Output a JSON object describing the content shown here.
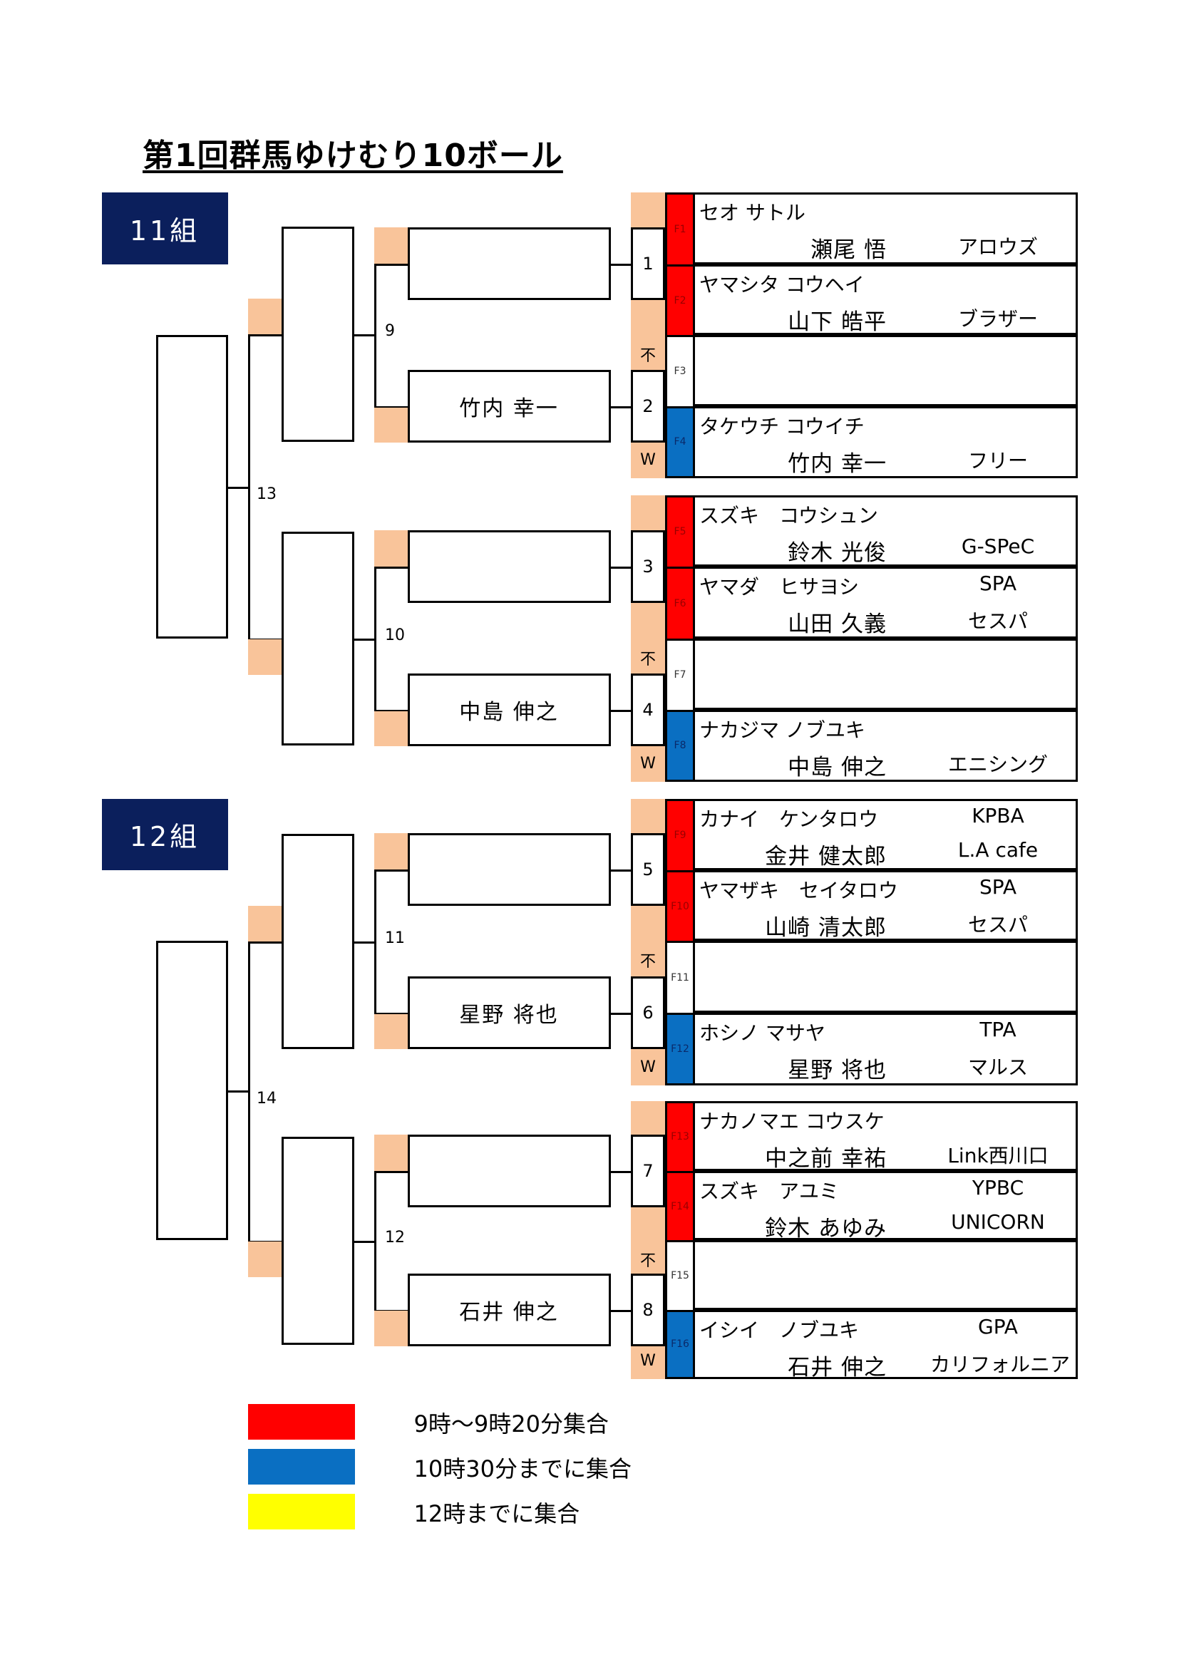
{
  "title": "第1回群馬ゆけむり10ボール",
  "colors": {
    "group_badge": "#0b1f5c",
    "peach": "#f9c49a",
    "red": "#ff0000",
    "blue": "#0a6fc2",
    "yellow": "#ffff00"
  },
  "groups": [
    {
      "label": "11組",
      "final_match": "13",
      "semis": [
        {
          "match": "9",
          "qf": [
            "",
            "竹内 幸一"
          ]
        },
        {
          "match": "10",
          "qf": [
            "",
            "中島 伸之"
          ]
        }
      ],
      "matches": [
        {
          "number": "1",
          "top_mark": "",
          "bottom_mark": "不"
        },
        {
          "number": "2",
          "top_mark": "",
          "bottom_mark": "W"
        },
        {
          "number": "3",
          "top_mark": "",
          "bottom_mark": "不"
        },
        {
          "number": "4",
          "top_mark": "",
          "bottom_mark": "W"
        }
      ],
      "players": [
        {
          "slot": "F1",
          "color": "red",
          "kana": "セオ サトル",
          "name": "瀬尾 悟",
          "club1": "",
          "club2": "アロウズ"
        },
        {
          "slot": "F2",
          "color": "red",
          "kana": "ヤマシタ コウヘイ",
          "name": "山下 皓平",
          "club1": "",
          "club2": "ブラザー"
        },
        {
          "slot": "F3",
          "color": "white",
          "kana": "",
          "name": "",
          "club1": "",
          "club2": ""
        },
        {
          "slot": "F4",
          "color": "blue",
          "kana": "タケウチ コウイチ",
          "name": "竹内 幸一",
          "club1": "",
          "club2": "フリー"
        },
        {
          "slot": "F5",
          "color": "red",
          "kana": "スズキ　コウシュン",
          "name": "鈴木 光俊",
          "club1": "",
          "club2": "G-SPeC"
        },
        {
          "slot": "F6",
          "color": "red",
          "kana": "ヤマダ　ヒサヨシ",
          "name": "山田 久義",
          "club1": "SPA",
          "club2": "セスパ"
        },
        {
          "slot": "F7",
          "color": "white",
          "kana": "",
          "name": "",
          "club1": "",
          "club2": ""
        },
        {
          "slot": "F8",
          "color": "blue",
          "kana": "ナカジマ ノブユキ",
          "name": "中島 伸之",
          "club1": "",
          "club2": "エニシング"
        }
      ]
    },
    {
      "label": "12組",
      "final_match": "14",
      "semis": [
        {
          "match": "11",
          "qf": [
            "",
            "星野 将也"
          ]
        },
        {
          "match": "12",
          "qf": [
            "",
            "石井 伸之"
          ]
        }
      ],
      "matches": [
        {
          "number": "5",
          "top_mark": "",
          "bottom_mark": "不"
        },
        {
          "number": "6",
          "top_mark": "",
          "bottom_mark": "W"
        },
        {
          "number": "7",
          "top_mark": "",
          "bottom_mark": "不"
        },
        {
          "number": "8",
          "top_mark": "",
          "bottom_mark": "W"
        }
      ],
      "players": [
        {
          "slot": "F9",
          "color": "red",
          "kana": "カナイ　ケンタロウ",
          "name": "金井 健太郎",
          "club1": "KPBA",
          "club2": "L.A cafe"
        },
        {
          "slot": "F10",
          "color": "red",
          "kana": "ヤマザキ　セイタロウ",
          "name": "山崎 清太郎",
          "club1": "SPA",
          "club2": "セスパ"
        },
        {
          "slot": "F11",
          "color": "white",
          "kana": "",
          "name": "",
          "club1": "",
          "club2": ""
        },
        {
          "slot": "F12",
          "color": "blue",
          "kana": "ホシノ マサヤ",
          "name": "星野 将也",
          "club1": "TPA",
          "club2": "マルス"
        },
        {
          "slot": "F13",
          "color": "red",
          "kana": "ナカノマエ コウスケ",
          "name": "中之前 幸祐",
          "club1": "",
          "club2": "Link西川口"
        },
        {
          "slot": "F14",
          "color": "red",
          "kana": "スズキ　アユミ",
          "name": "鈴木 あゆみ",
          "club1": "YPBC",
          "club2": "UNICORN"
        },
        {
          "slot": "F15",
          "color": "white",
          "kana": "",
          "name": "",
          "club1": "",
          "club2": ""
        },
        {
          "slot": "F16",
          "color": "blue",
          "kana": "イシイ　ノブユキ",
          "name": "石井 伸之",
          "club1": "GPA",
          "club2": "カリフォルニア"
        }
      ]
    }
  ],
  "legend": [
    {
      "color": "red",
      "hex": "#ff0000",
      "text": "9時～9時20分集合"
    },
    {
      "color": "blue",
      "hex": "#0a6fc2",
      "text": "10時30分までに集合"
    },
    {
      "color": "yellow",
      "hex": "#ffff00",
      "text": "12時までに集合"
    }
  ]
}
